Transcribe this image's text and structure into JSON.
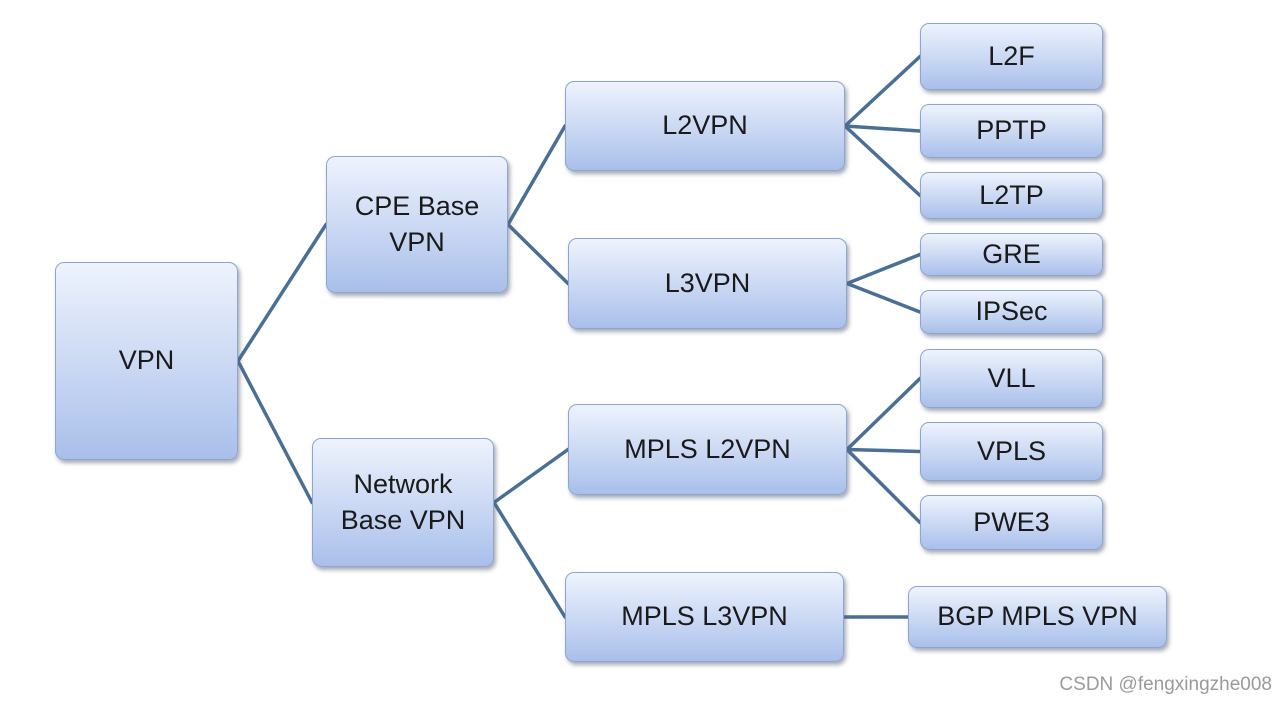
{
  "nodes": {
    "vpn": "VPN",
    "cpe_base_vpn": "CPE Base\nVPN",
    "network_base_vpn": "Network\nBase VPN",
    "l2vpn": "L2VPN",
    "l3vpn": "L3VPN",
    "mpls_l2vpn": "MPLS L2VPN",
    "mpls_l3vpn": "MPLS L3VPN",
    "l2f": "L2F",
    "pptp": "PPTP",
    "l2tp": "L2TP",
    "gre": "GRE",
    "ipsec": "IPSec",
    "vll": "VLL",
    "vpls": "VPLS",
    "pwe3": "PWE3",
    "bgp_mpls_vpn": "BGP MPLS VPN"
  },
  "edges": [
    [
      "vpn",
      "cpe_base_vpn"
    ],
    [
      "vpn",
      "network_base_vpn"
    ],
    [
      "cpe_base_vpn",
      "l2vpn"
    ],
    [
      "cpe_base_vpn",
      "l3vpn"
    ],
    [
      "network_base_vpn",
      "mpls_l2vpn"
    ],
    [
      "network_base_vpn",
      "mpls_l3vpn"
    ],
    [
      "l2vpn",
      "l2f"
    ],
    [
      "l2vpn",
      "pptp"
    ],
    [
      "l2vpn",
      "l2tp"
    ],
    [
      "l3vpn",
      "gre"
    ],
    [
      "l3vpn",
      "ipsec"
    ],
    [
      "mpls_l2vpn",
      "vll"
    ],
    [
      "mpls_l2vpn",
      "vpls"
    ],
    [
      "mpls_l2vpn",
      "pwe3"
    ],
    [
      "mpls_l3vpn",
      "bgp_mpls_vpn"
    ]
  ],
  "colors": {
    "connector": "#4a6f96",
    "node_border": "#8ea5cf",
    "node_fill_top": "#eef3fd",
    "node_fill_bottom": "#a9bfea"
  },
  "watermark": "CSDN @fengxingzhe008"
}
